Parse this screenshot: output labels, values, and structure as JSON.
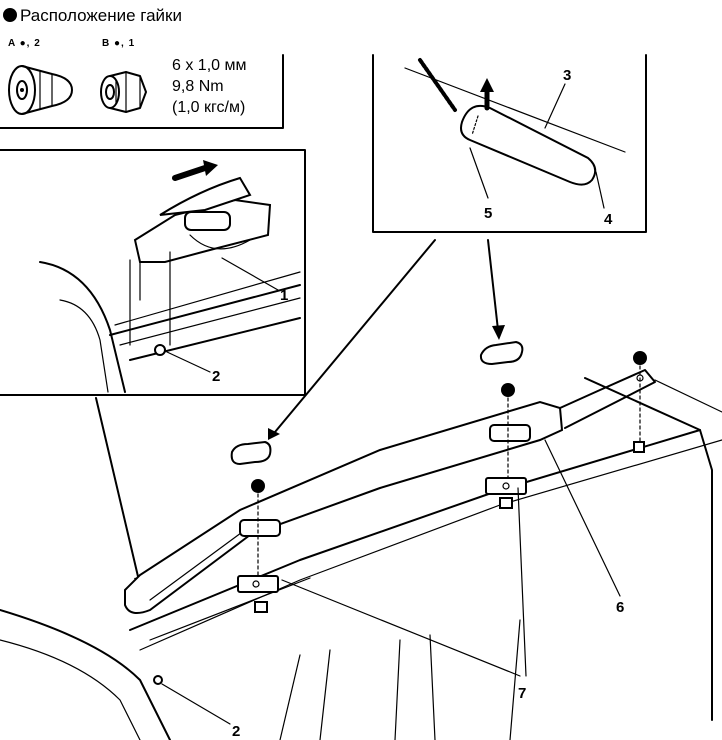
{
  "legend": {
    "title": "Расположение гайки",
    "nut_a_label": "A ●, 2",
    "nut_b_label": "B ●, 1",
    "spec_line1": "6 x 1,0 мм",
    "spec_line2": "9,8 Nm",
    "spec_line3": "(1,0 кгс/м)"
  },
  "callouts": {
    "c1": "1",
    "c2a": "2",
    "c2b": "2",
    "c3": "3",
    "c4": "4",
    "c5": "5",
    "c6": "6",
    "c7": "7"
  }
}
